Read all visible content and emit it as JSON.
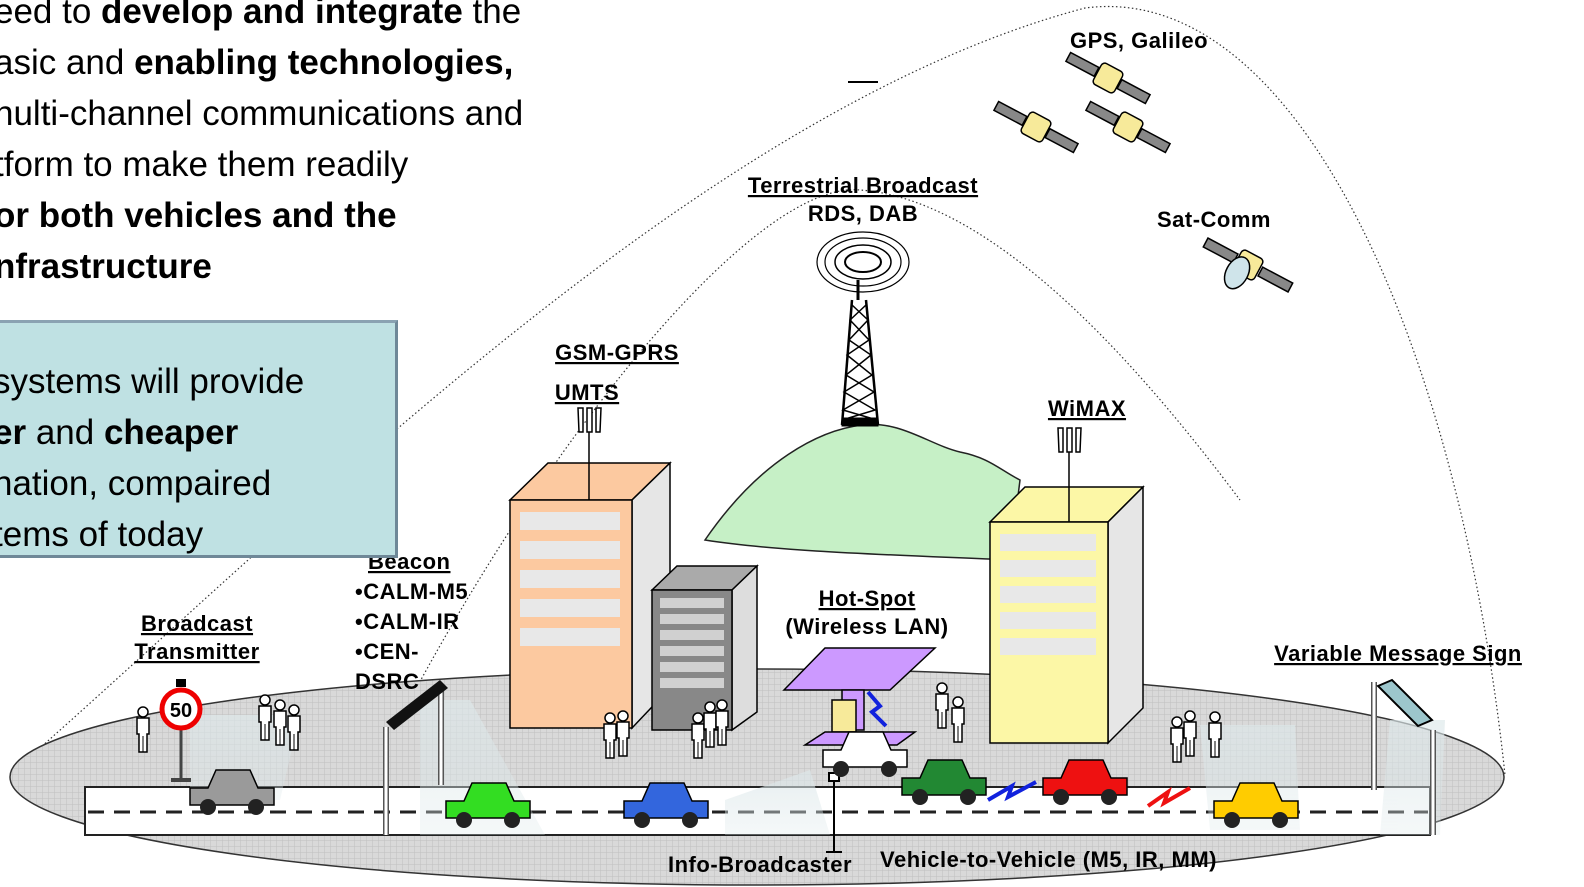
{
  "intro": {
    "lines": [
      [
        {
          "t": "eed to ",
          "b": false
        },
        {
          "t": "develop and integrate",
          "b": true
        },
        {
          "t": " the",
          "b": false
        }
      ],
      [
        {
          "t": "asic and ",
          "b": false
        },
        {
          "t": "enabling technologies,",
          "b": true
        }
      ],
      [
        {
          "t": "nulti-channel communications and",
          "b": false
        }
      ],
      [
        {
          "t": "tform to make them readily",
          "b": false
        }
      ],
      [
        {
          "t": "or both vehicles and the",
          "b": true
        }
      ],
      [
        {
          "t": "nfrastructure",
          "b": true
        }
      ]
    ]
  },
  "note": {
    "lines": [
      [
        {
          "t": " systems will provide",
          "b": false
        }
      ],
      [
        {
          "t": "er",
          "b": true
        },
        {
          "t": " and ",
          "b": false
        },
        {
          "t": "cheaper",
          "b": true
        }
      ],
      [
        {
          "t": "nation, compaired",
          "b": false
        }
      ],
      [
        {
          "t": "tems of today",
          "b": false
        }
      ]
    ]
  },
  "labels": {
    "gps": "GPS, Galileo",
    "terrestrial": "Terrestrial Broadcast",
    "rds": "RDS, DAB",
    "satcomm": "Sat-Comm",
    "gsm": "GSM-GPRS",
    "umts": "UMTS",
    "wimax": "WiMAX",
    "beacon": "Beacon",
    "calm_m5": "•CALM-M5",
    "calm_ir": "•CALM-IR",
    "cen": "•CEN-",
    "dsrc": "DSRC",
    "hotspot": "Hot-Spot",
    "wlan": "(Wireless LAN)",
    "broadcast1": "Broadcast",
    "broadcast2": "Transmitter",
    "vms": "Variable Message Sign",
    "infobroadcaster": "Info-Broadcaster",
    "v2v": "Vehicle-to-Vehicle (M5, IR, MM)",
    "speed": "50"
  },
  "colors": {
    "note_bg": "#bfe1e3",
    "ground": "#d6d6d6",
    "mountain": "#c6f0c6",
    "orange_building": "#fcc9a0",
    "yellow_building": "#fcf7a6",
    "gray_building": "#888888",
    "hotspot_roof": "#cc99ff",
    "car_gray": "#9a9a9a",
    "car_green": "#33dd22",
    "car_blue": "#3366dd",
    "car_darkgreen": "#228833",
    "car_red": "#ee1111",
    "car_yellow": "#ffcc00",
    "link_blue": "#1122dd",
    "link_red": "#ee1111"
  },
  "icons": [
    "satellite-icon",
    "broadcast-tower-icon",
    "antenna-icon",
    "person-icon",
    "car-icon",
    "speed-sign-icon",
    "beacon-icon",
    "message-sign-icon",
    "wireless-link-icon"
  ]
}
